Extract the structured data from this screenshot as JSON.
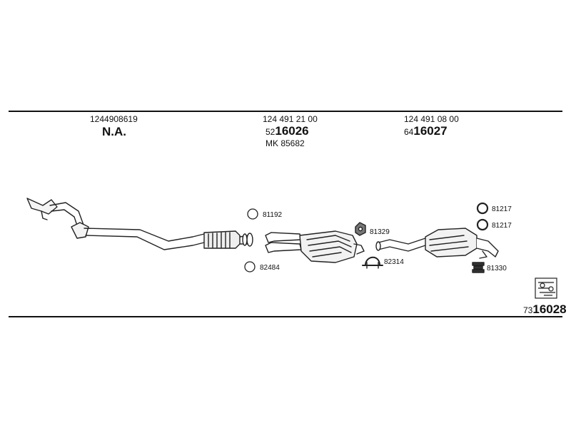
{
  "columns": [
    {
      "oem": "1244908619",
      "part": "N.A."
    },
    {
      "oem": "124 491 21 00",
      "prefix": "52",
      "part": "16026",
      "mk": "MK 85682"
    },
    {
      "oem": "124 491 08 00",
      "prefix": "64",
      "part": "16027"
    }
  ],
  "callouts": {
    "ring_a": "81192",
    "ring_b": "82484",
    "hanger": "81329",
    "clamp": "82314",
    "ring_c": "81217",
    "ring_d": "81217",
    "mount": "81330"
  },
  "kit": {
    "prefix": "73",
    "part": "16028"
  }
}
